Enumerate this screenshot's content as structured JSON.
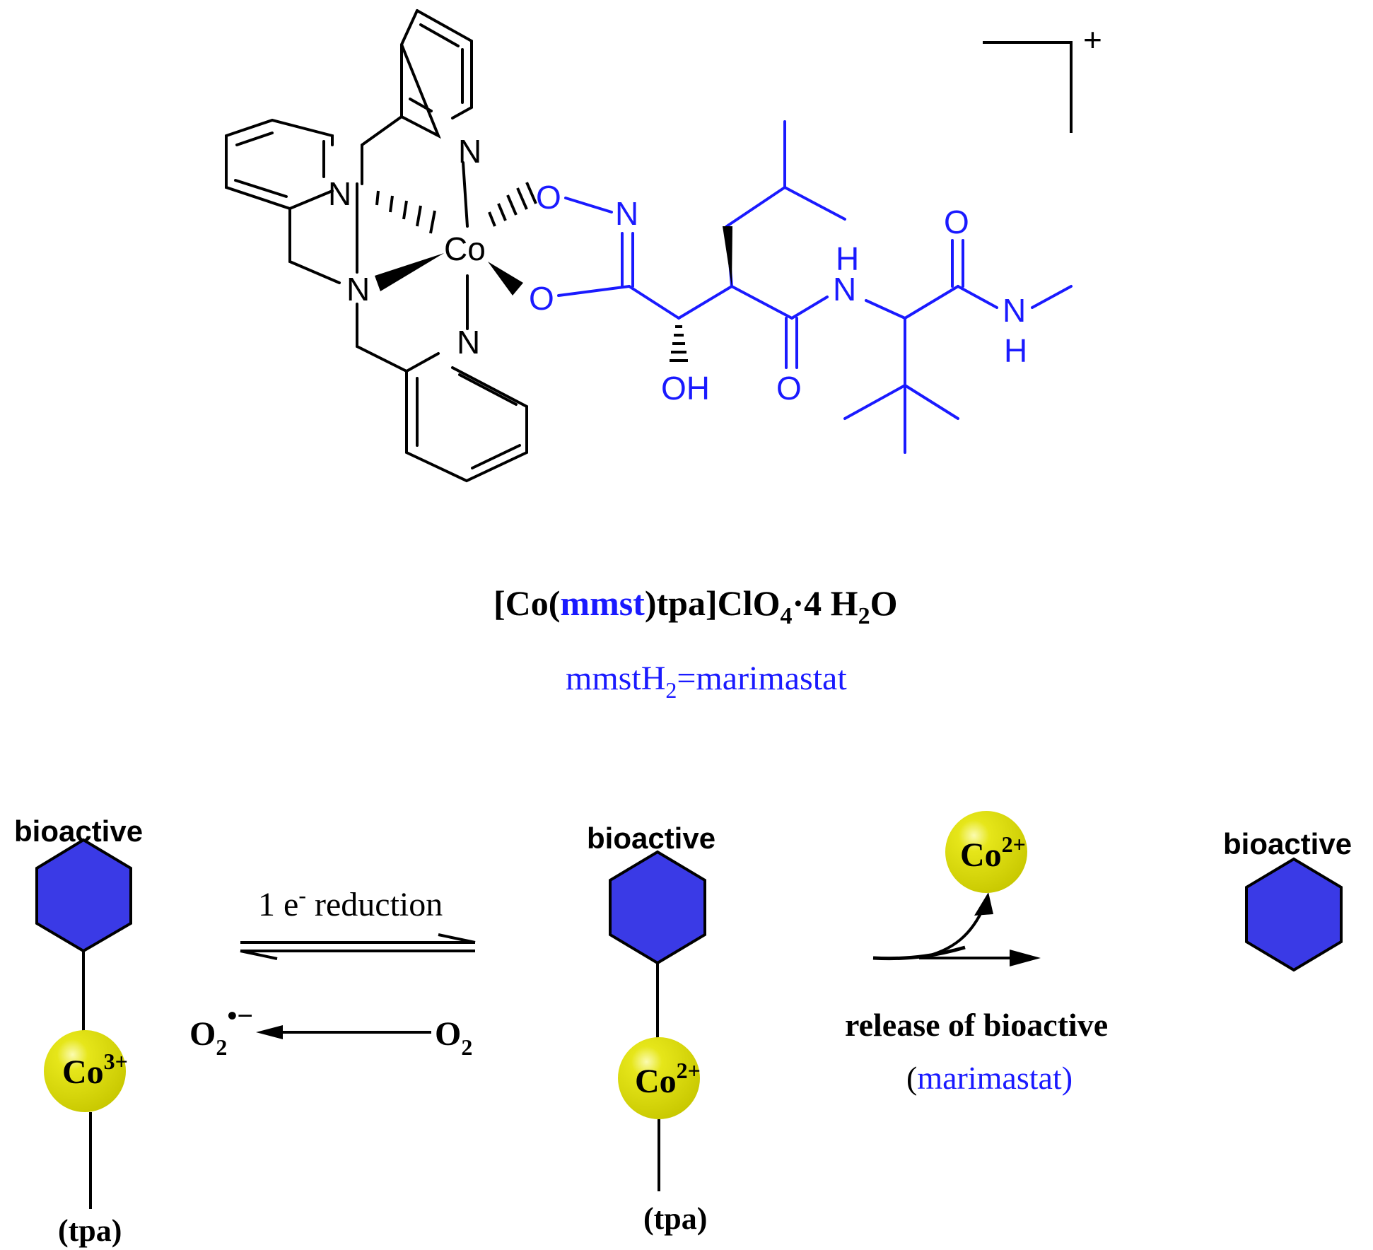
{
  "structure": {
    "atoms": {
      "n_pyr_top": "N",
      "n_pyr_left": "N",
      "n_amine": "N",
      "n_pyr_bottom": "N",
      "co": "Co",
      "o_top": "O",
      "n_oxime": "N",
      "o_bottom": "O",
      "oh": "OH",
      "o_amide1": "O",
      "nh_amide_n": "N",
      "nh_amide_h": "H",
      "o_amide2": "O",
      "nh_methyl_n": "N",
      "nh_methyl_h": "H"
    },
    "charge": "+"
  },
  "formula": {
    "open": "[Co(",
    "ligand": "mmst",
    "rest": ")tpa]ClO",
    "sub_o": "4",
    "dot_water": "·4 H",
    "sub_h": "2",
    "end": "O"
  },
  "definition": {
    "part1": "mmstH",
    "sub": "2",
    "part2": "=marimastat"
  },
  "scheme": {
    "bioactive_label": "bioactive",
    "tpa_label": "(tpa)",
    "co3": "Co",
    "co3_charge": "3+",
    "co2": "Co",
    "co2_charge": "2+",
    "reduction": "1 e",
    "reduction_sup": "-",
    "reduction_rest": " reduction",
    "o2": "O",
    "o2_sub": "2",
    "superoxide": "O",
    "superoxide_sub": "2",
    "superoxide_sup": "•−",
    "release_line1": "release of bioactive",
    "release_paren_open": "(",
    "release_drug": "marimastat",
    "release_paren_close": ")"
  },
  "colors": {
    "ligand_blue": "#1a1aff",
    "hexagon_fill": "#3a3ae6",
    "cobalt_yellow": "#e0e000",
    "bond_black": "#000000"
  }
}
